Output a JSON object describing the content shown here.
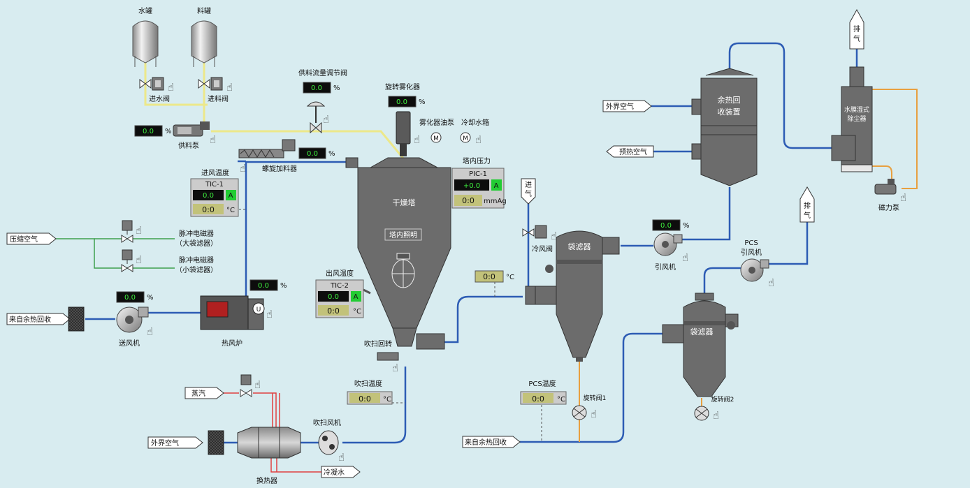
{
  "tanks": {
    "water": "水罐",
    "material": "料罐"
  },
  "valves": {
    "water_inlet": "进水阀",
    "material_inlet": "进料阀",
    "feed_flow": "供料流量调节阀",
    "cold_air": "冷风阀",
    "rotary1": "旋转阀1",
    "rotary2": "旋转阀2"
  },
  "equipment": {
    "feed_pump": "供料泵",
    "screw_feeder": "螺旋加料器",
    "atomizer": "旋转雾化器",
    "atomizer_oil_pump": "雾化器油泵",
    "cooling_tank": "冷却水箱",
    "motor_symbol": "M",
    "dryer": "干燥塔",
    "tower_light": "塔内照明",
    "hot_furnace": "热风炉",
    "blower": "送风机",
    "purge_rotate": "吹扫回转",
    "purge_fan": "吹扫风机",
    "heat_exchanger": "换热器",
    "bag_filter1": "袋滤器",
    "bag_filter2": "袋滤器",
    "induced_fan": "引风机",
    "pcs_fan": "PCS\n引风机",
    "pcs_fan_l1": "PCS",
    "pcs_fan_l2": "引风机",
    "heat_recovery_l1": "余热回",
    "heat_recovery_l2": "收装置",
    "scrubber_l1": "水膜湿式",
    "scrubber_l2": "除尘器",
    "magnetic_pump": "磁力泵",
    "pulse1_l1": "脉冲电磁器",
    "pulse1_l2": "（大袋滤器）",
    "pulse2_l1": "脉冲电磁器",
    "pulse2_l2": "（小袋滤器）"
  },
  "ports": {
    "compressed_air": "压缩空气",
    "from_heat_recovery_1": "来自余热回收",
    "from_heat_recovery_2": "来自余热回收",
    "steam": "蒸汽",
    "outside_air_1": "外界空气",
    "outside_air_2": "外界空气",
    "condensate": "冷凝水",
    "preheat_air": "预热空气",
    "exhaust_1_a": "排",
    "exhaust_1_b": "气",
    "exhaust_2_a": "排",
    "exhaust_2_b": "气",
    "inlet_a": "进",
    "inlet_b": "气"
  },
  "pct_displays": {
    "feed_pump": {
      "value": "0.0",
      "unit": "%"
    },
    "feed_flow": {
      "value": "0.0",
      "unit": "%"
    },
    "atomizer": {
      "value": "0.0",
      "unit": "%"
    },
    "screw_feeder": {
      "value": "0.0",
      "unit": "%"
    },
    "hot_furnace": {
      "value": "0.0",
      "unit": "%"
    },
    "blower": {
      "value": "0.0",
      "unit": "%"
    },
    "induced_fan": {
      "value": "0.0",
      "unit": "%"
    }
  },
  "controllers": {
    "tic1": {
      "title": "进风温度",
      "tag": "TIC-1",
      "sp": "0.0",
      "mode": "A",
      "pv": "0:0",
      "unit": "°C"
    },
    "tic2": {
      "title": "出风温度",
      "tag": "TIC-2",
      "sp": "0.0",
      "mode": "A",
      "pv": "0:0",
      "unit": "°C"
    },
    "pic1": {
      "title": "塔内压力",
      "tag": "PIC-1",
      "sp": "+0.0",
      "mode": "A",
      "pv": "0:0",
      "unit": "mmAg"
    }
  },
  "readouts": {
    "purge_temp": {
      "title": "吹扫温度",
      "value": "0:0",
      "unit": "°C"
    },
    "pcs_temp": {
      "title": "PCS温度",
      "value": "0:0",
      "unit": "°C"
    },
    "dryer_out": {
      "value": "0:0",
      "unit": "°C"
    }
  },
  "colors": {
    "background": "#d8ecf0",
    "equipment": "#6c6c6c",
    "air_line": "#2d5cb4",
    "feed_line": "#ece88a",
    "pulse_line": "#3ea04e",
    "steam_line": "#e04040",
    "product_line": "#e8a040",
    "display_bg": "#0d0d0d",
    "display_text": "#3df03d",
    "readout_bg": "#c2c27a",
    "mode_green": "#22cc33"
  }
}
